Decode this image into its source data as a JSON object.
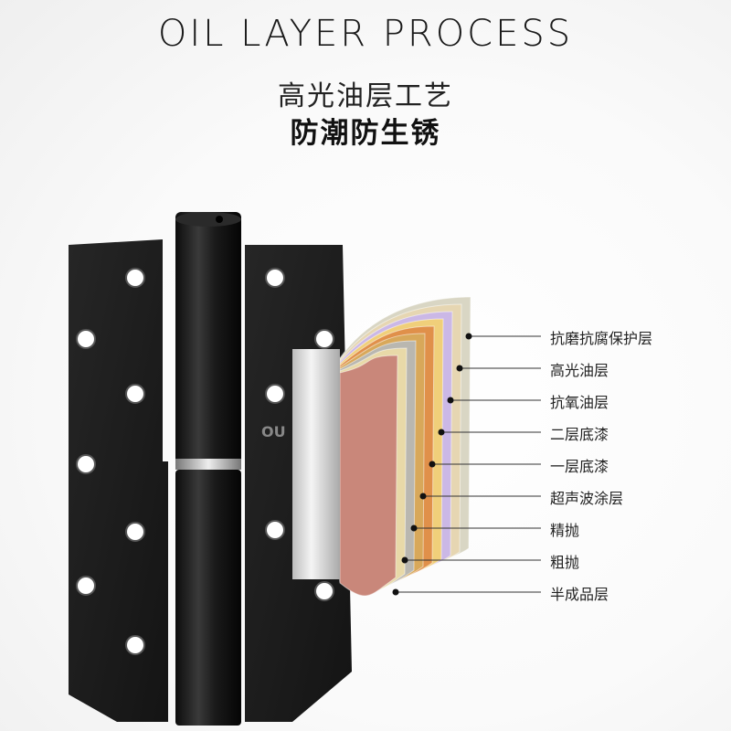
{
  "header": {
    "title": "OIL LAYER PROCESS",
    "subtitle": "高光油层工艺",
    "tagline": "防潮防生锈"
  },
  "product": {
    "hinge_marking": "OU",
    "hinge_color": "#1d1d1d"
  },
  "layers": [
    {
      "label": "抗磨抗腐保护层",
      "color": "#d9d6c4"
    },
    {
      "label": "高光油层",
      "color": "#e6d6b2"
    },
    {
      "label": "抗氧油层",
      "color": "#cbb8e6"
    },
    {
      "label": "二层底漆",
      "color": "#f0cf7a"
    },
    {
      "label": "一层底漆",
      "color": "#e0904a"
    },
    {
      "label": "超声波涂层",
      "color": "#d8a85a"
    },
    {
      "label": "精抛",
      "color": "#b9b7b0"
    },
    {
      "label": "粗抛",
      "color": "#e8d9a8"
    },
    {
      "label": "半成品层",
      "color": "#c9877a"
    }
  ]
}
